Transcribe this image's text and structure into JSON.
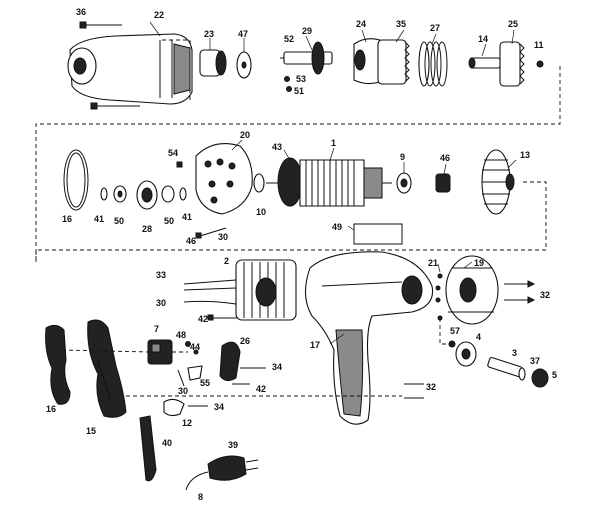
{
  "callouts": [
    {
      "id": "c1",
      "text": "1"
    },
    {
      "id": "c2",
      "text": "2"
    },
    {
      "id": "c3",
      "text": "3"
    },
    {
      "id": "c4",
      "text": "4"
    },
    {
      "id": "c5",
      "text": "5"
    },
    {
      "id": "c7",
      "text": "7"
    },
    {
      "id": "c8",
      "text": "8"
    },
    {
      "id": "c9",
      "text": "9"
    },
    {
      "id": "c10",
      "text": "10"
    },
    {
      "id": "c11",
      "text": "11"
    },
    {
      "id": "c12",
      "text": "12"
    },
    {
      "id": "c13",
      "text": "13"
    },
    {
      "id": "c14",
      "text": "14"
    },
    {
      "id": "c15",
      "text": "15"
    },
    {
      "id": "c16a",
      "text": "16"
    },
    {
      "id": "c16b",
      "text": "16"
    },
    {
      "id": "c17",
      "text": "17"
    },
    {
      "id": "c19",
      "text": "19"
    },
    {
      "id": "c20",
      "text": "20"
    },
    {
      "id": "c21",
      "text": "21"
    },
    {
      "id": "c22",
      "text": "22"
    },
    {
      "id": "c23",
      "text": "23"
    },
    {
      "id": "c24",
      "text": "24"
    },
    {
      "id": "c25",
      "text": "25"
    },
    {
      "id": "c26",
      "text": "26"
    },
    {
      "id": "c27",
      "text": "27"
    },
    {
      "id": "c28",
      "text": "28"
    },
    {
      "id": "c29",
      "text": "29"
    },
    {
      "id": "c30a",
      "text": "30"
    },
    {
      "id": "c30b",
      "text": "30"
    },
    {
      "id": "c30c",
      "text": "30"
    },
    {
      "id": "c32a",
      "text": "32"
    },
    {
      "id": "c32b",
      "text": "32"
    },
    {
      "id": "c33",
      "text": "33"
    },
    {
      "id": "c34a",
      "text": "34"
    },
    {
      "id": "c34b",
      "text": "34"
    },
    {
      "id": "c35",
      "text": "35"
    },
    {
      "id": "c36",
      "text": "36"
    },
    {
      "id": "c37",
      "text": "37"
    },
    {
      "id": "c39",
      "text": "39"
    },
    {
      "id": "c40",
      "text": "40"
    },
    {
      "id": "c41a",
      "text": "41"
    },
    {
      "id": "c41b",
      "text": "41"
    },
    {
      "id": "c42a",
      "text": "42"
    },
    {
      "id": "c42b",
      "text": "42"
    },
    {
      "id": "c43",
      "text": "43"
    },
    {
      "id": "c44",
      "text": "44"
    },
    {
      "id": "c46a",
      "text": "46"
    },
    {
      "id": "c46b",
      "text": "46"
    },
    {
      "id": "c47",
      "text": "47"
    },
    {
      "id": "c48",
      "text": "48"
    },
    {
      "id": "c49",
      "text": "49"
    },
    {
      "id": "c50a",
      "text": "50"
    },
    {
      "id": "c50b",
      "text": "50"
    },
    {
      "id": "c51",
      "text": "51"
    },
    {
      "id": "c52",
      "text": "52"
    },
    {
      "id": "c53",
      "text": "53"
    },
    {
      "id": "c54",
      "text": "54"
    },
    {
      "id": "c55",
      "text": "55"
    },
    {
      "id": "c57",
      "text": "57"
    }
  ]
}
